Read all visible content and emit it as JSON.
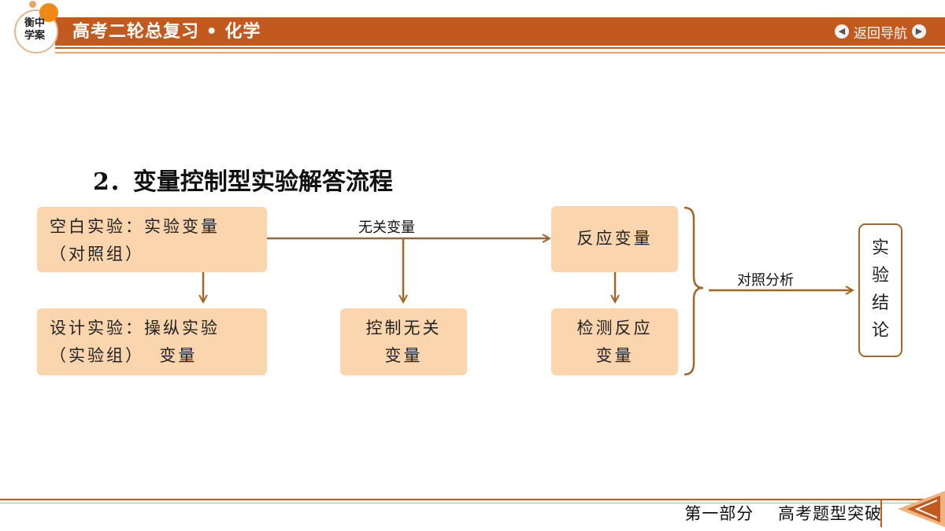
{
  "header": {
    "title": "高考二轮总复习 • 化学",
    "nav_label": "返回导航",
    "logo_text": "衡中\n学案"
  },
  "heading": "2．变量控制型实验解答流程",
  "diagram": {
    "blank_exp": [
      "空白实验：实验变量",
      "（对照组）"
    ],
    "design_exp": [
      "设计实验：操纵实验",
      "（实验组）  变量"
    ],
    "control_box": [
      "控制无关",
      "变量"
    ],
    "response_box": "反应变量",
    "detect_box": [
      "检测反应",
      "变量"
    ],
    "irrelevant_label": "无关变量",
    "compare_label": "对照分析",
    "conclusion": [
      "实",
      "验",
      "结",
      "论"
    ]
  },
  "footer": {
    "part": "第一部分",
    "section": "高考题型突破"
  },
  "colors": {
    "brand": "#c25a1f",
    "box_fill": "#fbd5ad",
    "arrow": "#a0672a"
  }
}
